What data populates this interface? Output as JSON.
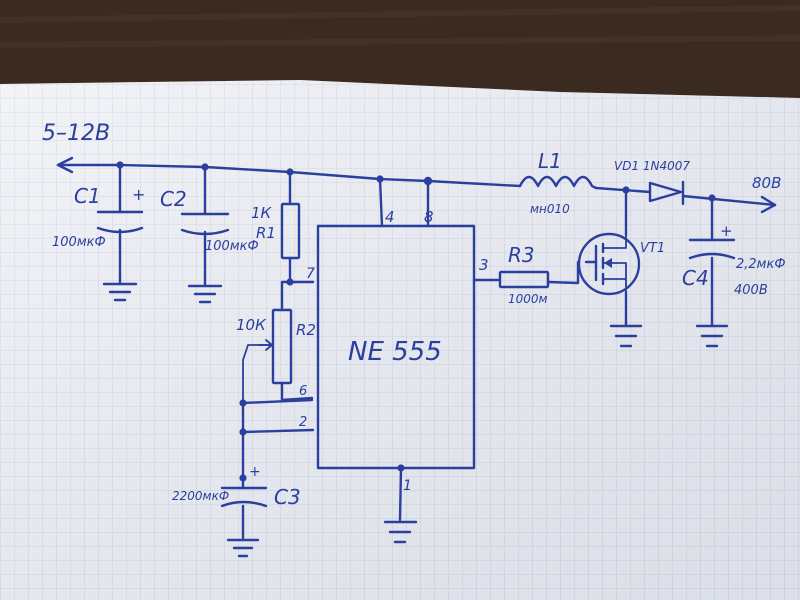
{
  "supply": {
    "input_label": "5–12В",
    "output_label": "80В"
  },
  "capacitors": {
    "c1": {
      "name": "C1",
      "value": "100мкФ",
      "polarity": "+"
    },
    "c2": {
      "name": "C2",
      "value": "100мкФ"
    },
    "c3": {
      "name": "C3",
      "value": "2200мкФ",
      "polarity": "+"
    },
    "c4": {
      "name": "C4",
      "value": "2,2мкФ",
      "voltage": "400В",
      "polarity": "+"
    }
  },
  "resistors": {
    "r1": {
      "name": "R1",
      "value": "1К"
    },
    "r2": {
      "name": "R2",
      "value": "10К"
    },
    "r3": {
      "name": "R3",
      "value": "1000м"
    }
  },
  "inductor": {
    "name": "L1",
    "value": "мн010"
  },
  "diode": {
    "label": "VD1 1N4007"
  },
  "transistor": {
    "name": "VT1"
  },
  "ic": {
    "name": "NE 555",
    "pins": {
      "p4": "4",
      "p8": "8",
      "p7": "7",
      "p6": "6",
      "p2": "2",
      "p3": "3",
      "p1": "1"
    }
  },
  "colors": {
    "ink": "#2a3f9e",
    "paper": "#eef0f5",
    "grid": "#c3c9dc",
    "background": "#3a2a20"
  }
}
